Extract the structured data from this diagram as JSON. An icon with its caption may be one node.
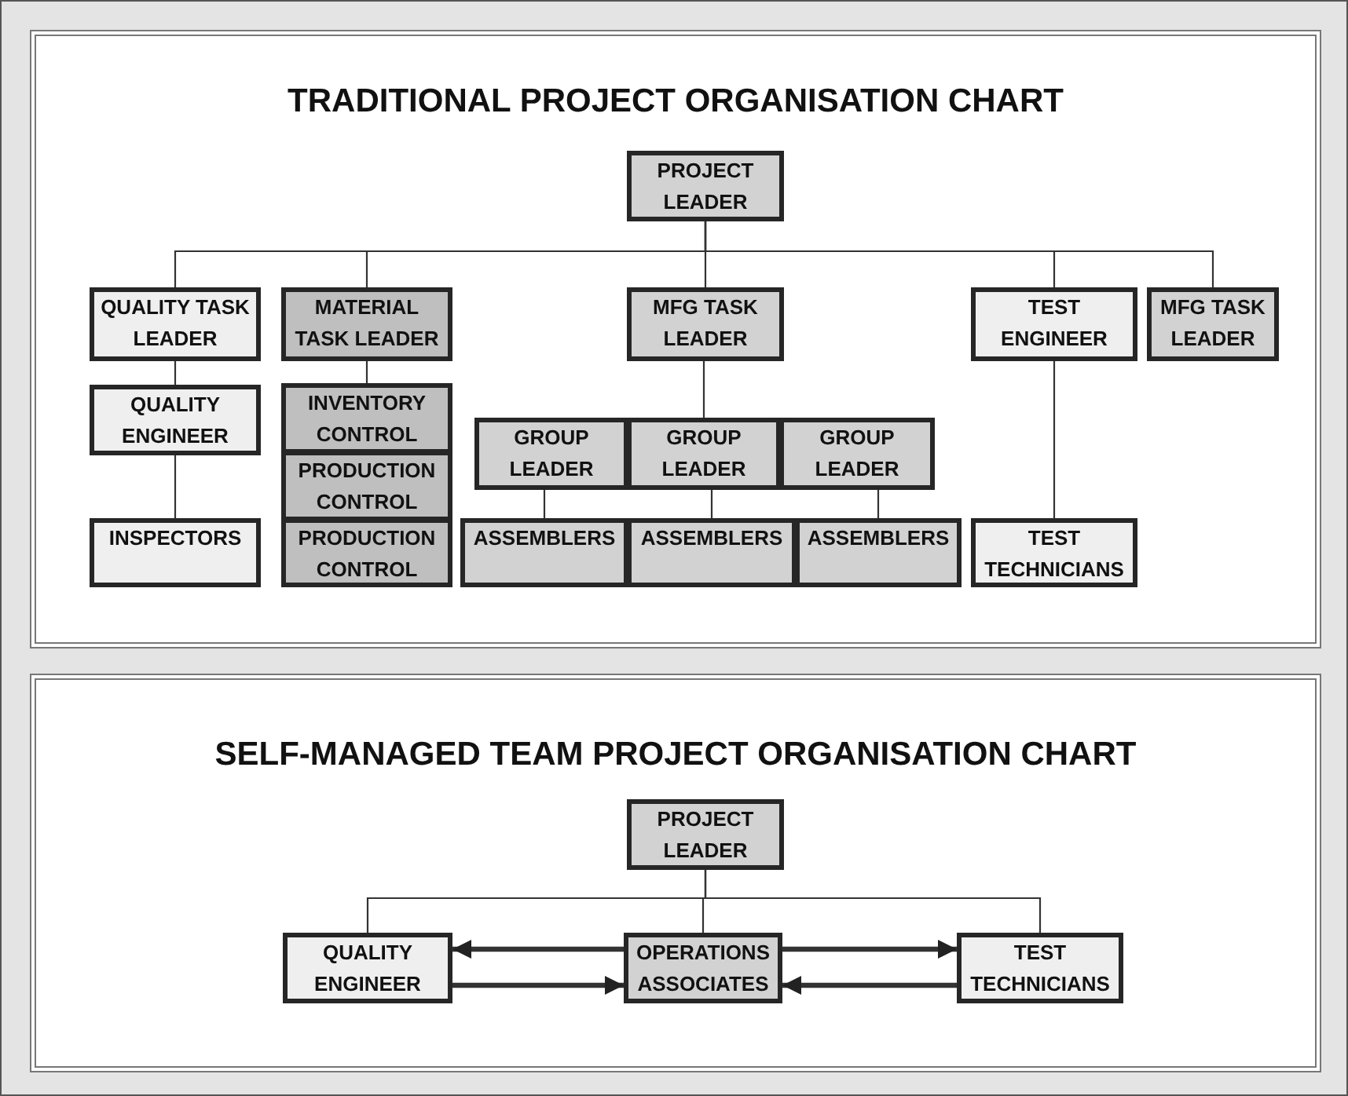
{
  "diagram": {
    "nodes": [
      {
        "text": [
          "TRADITIONAL PROJECT ORGANISATION CHART"
        ]
      },
      {
        "text": [
          "PROJECT LEADER"
        ],
        "in": 0
      },
      {
        "text": [
          "QUALITY TASK LEADER"
        ],
        "in": 0
      },
      {
        "text": [
          "MATERIAL TASK LEADER"
        ],
        "in": 0
      },
      {
        "text": [
          "MFG TASK LEADER"
        ],
        "in": 0
      },
      {
        "text": [
          "TEST ENGINEER"
        ],
        "in": 0
      },
      {
        "text": [
          "MFG TASK LEADER"
        ],
        "in": 0
      },
      {
        "text": [
          "QUALITY ENGINEER"
        ],
        "in": 0
      },
      {
        "text": [
          "INVENTORY CONTROL"
        ],
        "in": 0
      },
      {
        "text": [
          "PRODUCTION CONTROL"
        ],
        "in": 0
      },
      {
        "text": [
          "PRODUCTION CONTROL"
        ],
        "in": 0
      },
      {
        "text": [
          "GROUP LEADER"
        ],
        "in": 0
      },
      {
        "text": [
          "GROUP LEADER"
        ],
        "in": 0
      },
      {
        "text": [
          "GROUP LEADER"
        ],
        "in": 0
      },
      {
        "text": [
          "INSPECTORS"
        ],
        "in": 0
      },
      {
        "text": [
          "ASSEMBLERS"
        ],
        "in": 0
      },
      {
        "text": [
          "ASSEMBLERS"
        ],
        "in": 0
      },
      {
        "text": [
          "ASSEMBLERS"
        ],
        "in": 0
      },
      {
        "text": [
          "TEST TECHNICIANS"
        ],
        "in": 0
      },
      {
        "text": [
          "SELF-MANAGED TEAM PROJECT ORGANISATION CHART"
        ]
      },
      {
        "text": [
          "PROJECT LEADER"
        ],
        "in": 19
      },
      {
        "text": [
          "QUALITY ENGINEER"
        ],
        "in": 19
      },
      {
        "text": [
          "OPERATIONS ASSOCIATES"
        ],
        "in": 19
      },
      {
        "text": [
          "TEST TECHNICIANS"
        ],
        "in": 19
      }
    ],
    "edges": [
      {
        "from": 1,
        "to": 2,
        "arrow": "none"
      },
      {
        "from": 1,
        "to": 3,
        "arrow": "none"
      },
      {
        "from": 1,
        "to": 4,
        "arrow": "none"
      },
      {
        "from": 1,
        "to": 5,
        "arrow": "none"
      },
      {
        "from": 1,
        "to": 6,
        "arrow": "none"
      },
      {
        "from": 2,
        "to": 7,
        "arrow": "none"
      },
      {
        "from": 7,
        "to": 14,
        "arrow": "none"
      },
      {
        "from": 3,
        "to": 8,
        "arrow": "none"
      },
      {
        "from": 4,
        "to": 12,
        "arrow": "none"
      },
      {
        "from": 11,
        "to": 15,
        "arrow": "none"
      },
      {
        "from": 12,
        "to": 16,
        "arrow": "none"
      },
      {
        "from": 13,
        "to": 17,
        "arrow": "none"
      },
      {
        "from": 5,
        "to": 18,
        "arrow": "none"
      },
      {
        "from": 20,
        "to": 21,
        "arrow": "none"
      },
      {
        "from": 20,
        "to": 22,
        "arrow": "none"
      },
      {
        "from": 20,
        "to": 23,
        "arrow": "none"
      },
      {
        "from": 22,
        "to": 21,
        "arrow": "to",
        "style": "thick"
      },
      {
        "from": 22,
        "to": 23,
        "arrow": "to",
        "style": "thick"
      },
      {
        "from": 21,
        "to": 22,
        "arrow": "to",
        "style": "thick"
      },
      {
        "from": 23,
        "to": 22,
        "arrow": "to",
        "style": "thick"
      }
    ]
  }
}
